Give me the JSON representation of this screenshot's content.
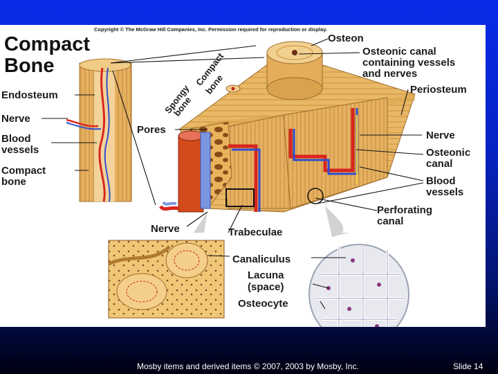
{
  "slide": {
    "credit": "Mosby items and derived items © 2007, 2003 by Mosby, Inc.",
    "slide_number": "Slide 14"
  },
  "figure": {
    "copyright": "Copyright © The McGraw Hill Companies, Inc. Permission required for reproduction or display.",
    "title_line1": "Compact",
    "title_line2": "Bone",
    "labels": {
      "endosteum": "Endosteum",
      "nerve_left": "Nerve",
      "blood_vessels_left_1": "Blood",
      "blood_vessels_left_2": "vessels",
      "compact_bone_left_1": "Compact",
      "compact_bone_left_2": "bone",
      "spongy_bone_1": "Spongy",
      "spongy_bone_2": "bone",
      "compact_bone_rot_1": "Compact",
      "compact_bone_rot_2": "bone",
      "pores": "Pores",
      "osteon": "Osteon",
      "osteonic_canal_1": "Osteonic canal",
      "osteonic_canal_2": "containing vessels",
      "osteonic_canal_3": "and nerves",
      "periosteum": "Periosteum",
      "nerve_right": "Nerve",
      "osteonic_canal_right_1": "Osteonic",
      "osteonic_canal_right_2": "canal",
      "blood_vessels_right_1": "Blood",
      "blood_vessels_right_2": "vessels",
      "perforating_canal_1": "Perforating",
      "perforating_canal_2": "canal",
      "nerve_bottom": "Nerve",
      "trabeculae": "Trabeculae",
      "canaliculus": "Canaliculus",
      "lacuna_1": "Lacuna",
      "lacuna_2": "(space)",
      "osteocyte": "Osteocyte"
    }
  }
}
